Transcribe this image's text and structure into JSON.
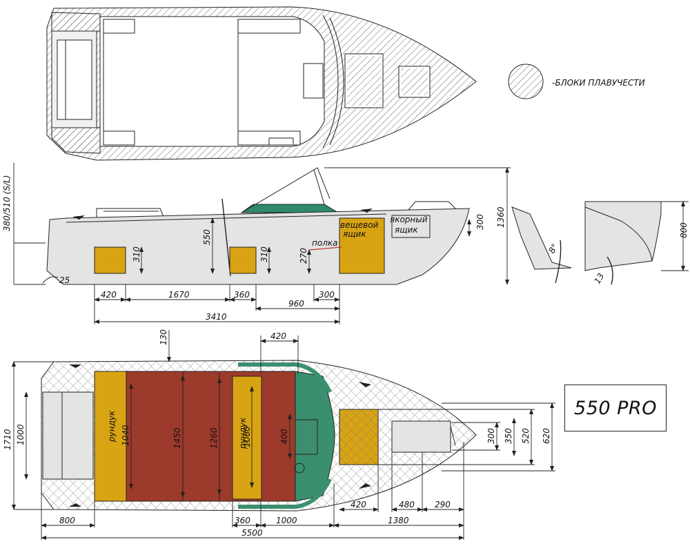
{
  "legend": {
    "label": "-БЛОКИ ПЛАВУЧЕСТИ"
  },
  "model": {
    "name": "550 PRO"
  },
  "side_view": {
    "labels": {
      "storage": "вещевой ящик",
      "storage_line1": "вещевой",
      "storage_line2": "ящик",
      "anchor_line1": "якорный",
      "anchor_line2": "ящик",
      "shelf": "полка"
    },
    "dimensions": {
      "height_sl": "380/510 (S/L)",
      "d310a": "310",
      "d550": "550",
      "d310b": "310",
      "d270": "270",
      "d300_bow": "300",
      "d1360": "1360",
      "d25": "25",
      "d420": "420",
      "d1670": "1670",
      "d360": "360",
      "d960": "960",
      "d300_bottom": "300",
      "d3410": "3410"
    }
  },
  "section_view": {
    "dimensions": {
      "d800": "800",
      "angle_keel": "8°",
      "angle_side": "13"
    }
  },
  "plan_view": {
    "labels": {
      "locker1": "рундук",
      "locker2": "рундук"
    },
    "dimensions": {
      "d130": "130",
      "d420_top": "420",
      "d1710": "1710",
      "d1000_left": "1000",
      "d1040": "1040",
      "d1450": "1450",
      "d1260": "1260",
      "d1060": "1060",
      "d400": "400",
      "d300": "300",
      "d350": "350",
      "d520": "520",
      "d620": "620",
      "d800": "800",
      "d360": "360",
      "d1000": "1000",
      "d420": "420",
      "d480": "480",
      "d290": "290",
      "d1380": "1380",
      "d5500": "5500"
    }
  },
  "colors": {
    "yellow": "#d8a413",
    "red": "#9c3a2b",
    "green": "#3a8f6e",
    "windshield": "#2f8a69",
    "light_grey": "#e4e4e4"
  }
}
